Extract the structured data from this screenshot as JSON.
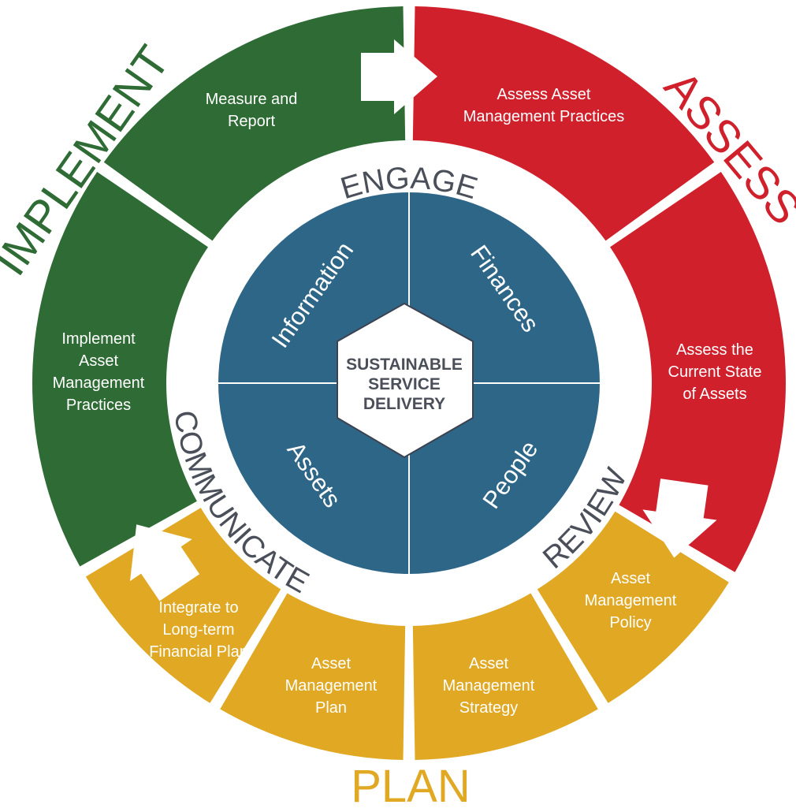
{
  "colors": {
    "implement": "#2e6b35",
    "assess": "#d0202b",
    "plan": "#e0a823",
    "core": "#2e6688",
    "ring_text": "#4a4f5a"
  },
  "phases": {
    "implement": "IMPLEMENT",
    "assess": "ASSESS",
    "plan": "PLAN"
  },
  "segments": [
    {
      "phase": "implement",
      "lines": [
        "Measure and",
        "Report"
      ]
    },
    {
      "phase": "assess",
      "lines": [
        "Assess Asset",
        "Management Practices"
      ]
    },
    {
      "phase": "assess",
      "lines": [
        "Assess the",
        "Current State",
        "of Assets"
      ]
    },
    {
      "phase": "plan",
      "lines": [
        "Asset",
        "Management",
        "Policy"
      ]
    },
    {
      "phase": "plan",
      "lines": [
        "Asset",
        "Management",
        "Strategy"
      ]
    },
    {
      "phase": "plan",
      "lines": [
        "Asset",
        "Management",
        "Plan"
      ]
    },
    {
      "phase": "plan",
      "lines": [
        "Integrate to",
        "Long-term",
        "Financial Plan"
      ]
    },
    {
      "phase": "implement",
      "lines": [
        "Implement",
        "Asset",
        "Management",
        "Practices"
      ]
    }
  ],
  "ring_labels": {
    "engage": "ENGAGE",
    "communicate": "COMMUNICATE",
    "review": "REVIEW"
  },
  "quadrants": {
    "information": "Information",
    "finances": "Finances",
    "assets": "Assets",
    "people": "People"
  },
  "center": {
    "lines": [
      "SUSTAINABLE",
      "SERVICE",
      "DELIVERY"
    ]
  }
}
